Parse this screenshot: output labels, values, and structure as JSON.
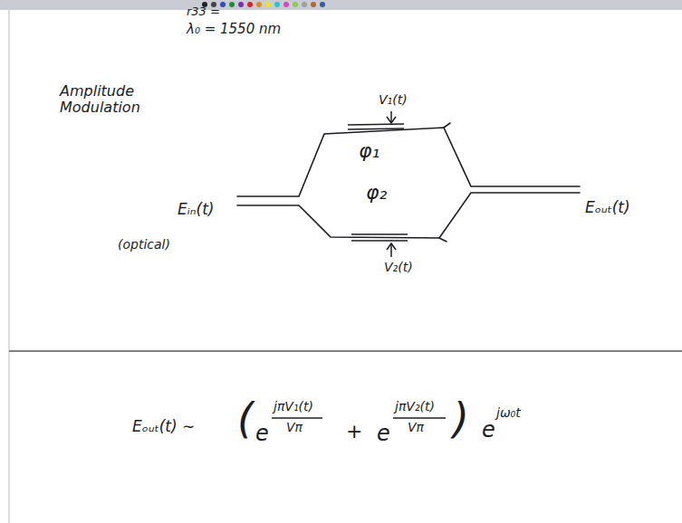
{
  "diagram": {
    "labels": [
      "r33 =",
      "λ₀ = 1550 nm",
      "Amplitude Modulation",
      "V₁(t)",
      "φ₁",
      "φ₂",
      "V₂(t)",
      "Eᵢₙ(t)",
      "(optical)",
      "Eₒᵤₜ(t)",
      "Eₒᵤₜ(t) ∼",
      "(",
      "e",
      "jπV₁(t)",
      "Vπ",
      "+",
      "e",
      "jπV₂(t)",
      "Vπ",
      ")",
      "e",
      "jω₀t"
    ]
  }
}
